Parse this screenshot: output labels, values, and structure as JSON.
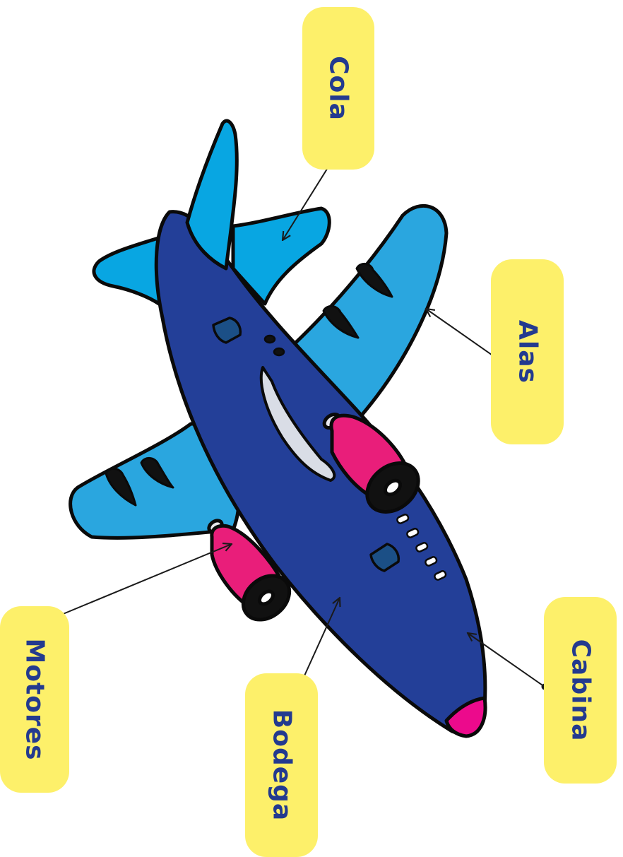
{
  "labels": {
    "cola": "Cola",
    "alas": "Alas",
    "cabina": "Cabina",
    "bodega": "Bodega",
    "motores": "Motores"
  },
  "colors": {
    "label_bg": "#fdf06a",
    "label_text": "#233a8f",
    "fuselage": "#233f98",
    "wing": "#2aa6df",
    "tail_fin": "#08a6e2",
    "engine": "#e91e7a",
    "nose": "#ec0a8c",
    "outline": "#0a0a0a",
    "window": "#1b4f86"
  }
}
